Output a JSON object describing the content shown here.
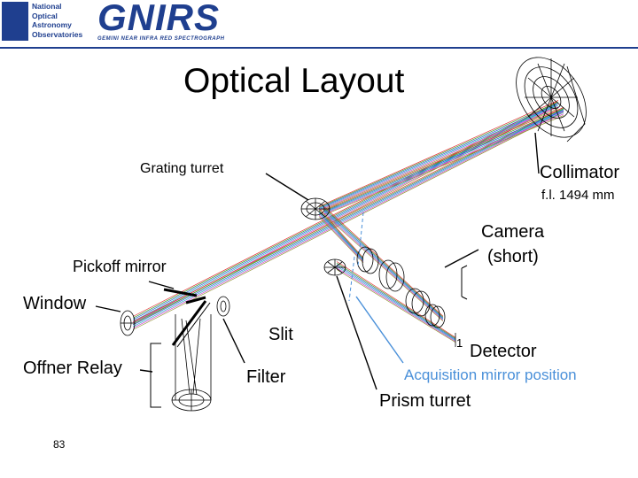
{
  "header": {
    "org_lines": [
      "National",
      "Optical",
      "Astronomy",
      "Observatories"
    ],
    "instrument": "GNIRS",
    "instrument_subtitle": "GEMINI NEAR INFRA RED SPECTROGRAPH"
  },
  "slide": {
    "title": "Optical Layout",
    "page_number": "83"
  },
  "labels": {
    "grating_turret": "Grating turret",
    "collimator": "Collimator",
    "collimator_fl": "f.l. 1494 mm",
    "camera_line1": "Camera",
    "camera_line2": "(short)",
    "pickoff_mirror": "Pickoff mirror",
    "window": "Window",
    "slit": "Slit",
    "detector": "Detector",
    "detector_marker": "1",
    "offner_relay": "Offner Relay",
    "filter": "Filter",
    "acquisition": "Acquisition mirror position",
    "prism_turret": "Prism turret"
  },
  "colors": {
    "brand_blue": "#1f3f8f",
    "acquisition_blue": "#4a90d9",
    "ray_colors": [
      "#e03030",
      "#30a030",
      "#3050e0",
      "#20b0c0",
      "#d040d0",
      "#909030"
    ]
  }
}
